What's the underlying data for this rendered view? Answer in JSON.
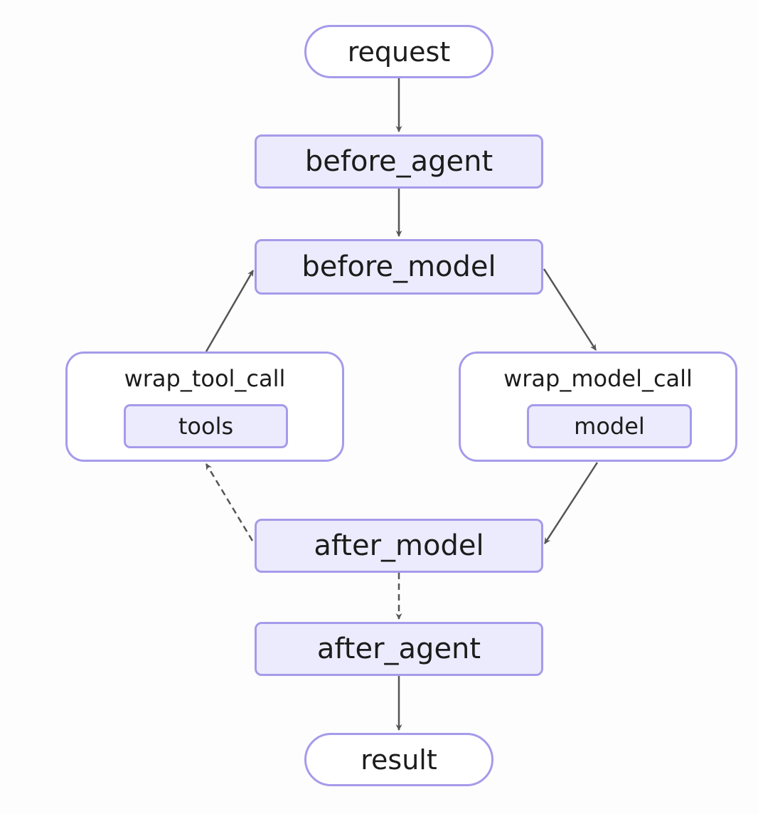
{
  "nodes": {
    "request": "request",
    "before_agent": "before_agent",
    "before_model": "before_model",
    "wrap_tool_call": "wrap_tool_call",
    "tools": "tools",
    "wrap_model_call": "wrap_model_call",
    "model": "model",
    "after_model": "after_model",
    "after_agent": "after_agent",
    "result": "result"
  },
  "edges": [
    {
      "from": "request",
      "to": "before_agent",
      "style": "solid"
    },
    {
      "from": "before_agent",
      "to": "before_model",
      "style": "solid"
    },
    {
      "from": "before_model",
      "to": "wrap_model_call",
      "style": "solid"
    },
    {
      "from": "wrap_model_call",
      "to": "after_model",
      "style": "solid"
    },
    {
      "from": "after_model",
      "to": "wrap_tool_call",
      "style": "dashed"
    },
    {
      "from": "wrap_tool_call",
      "to": "before_model",
      "style": "solid"
    },
    {
      "from": "after_model",
      "to": "after_agent",
      "style": "dashed"
    },
    {
      "from": "after_agent",
      "to": "result",
      "style": "solid"
    }
  ],
  "colors": {
    "node_border": "#a59bea",
    "node_fill": "#ecebfd",
    "terminal_fill": "#ffffff",
    "edge": "#555555",
    "text": "#1c1c1c"
  }
}
